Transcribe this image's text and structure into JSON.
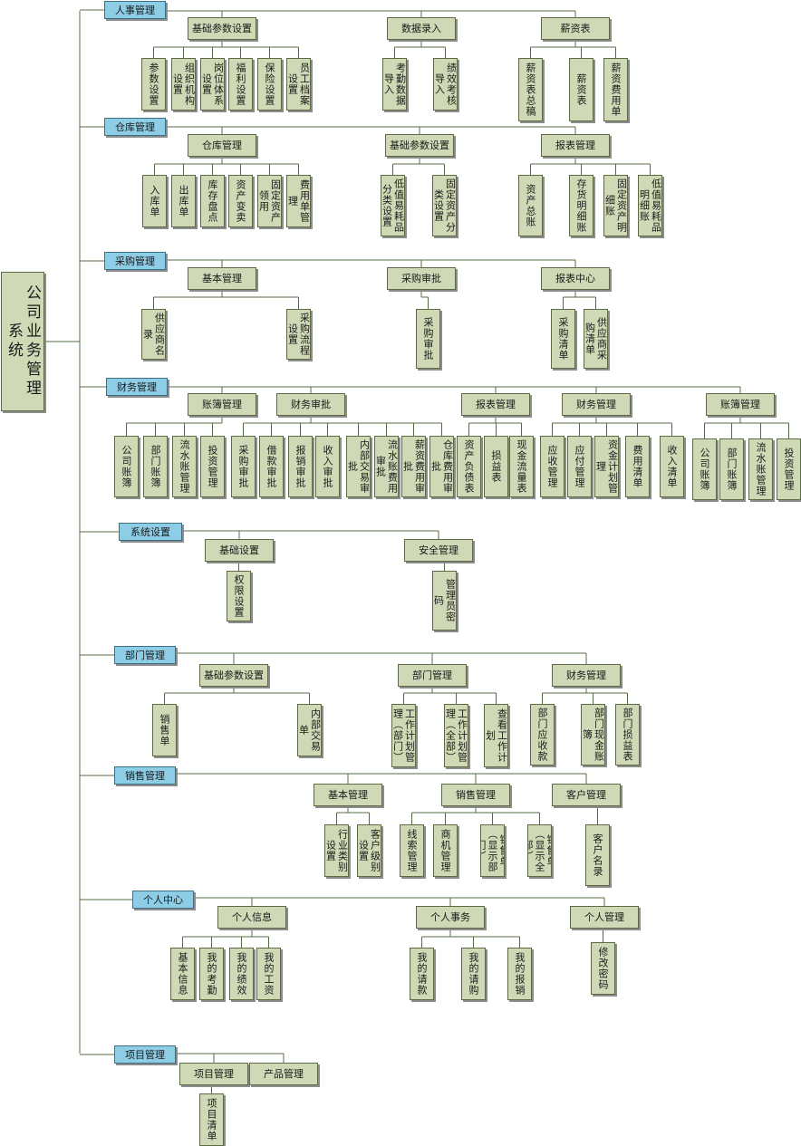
{
  "root": "公司业务管理系统",
  "modules": [
    {
      "label": "人事管理",
      "groups": [
        {
          "label": "基础参数设置",
          "items": [
            "参数设置",
            "组织机构设置",
            "岗位体系设置",
            "福利设置",
            "保险设置",
            "员工档案设置"
          ]
        },
        {
          "label": "数据录入",
          "items": [
            "考勤数据导入",
            "绩效考核导入"
          ]
        },
        {
          "label": "薪资表",
          "items": [
            "薪资表总稿",
            "薪资表",
            "薪资费用单"
          ]
        }
      ]
    },
    {
      "label": "仓库管理",
      "groups": [
        {
          "label": "仓库管理",
          "items": [
            "入库单",
            "出库单",
            "库存盘点",
            "资产变卖",
            "固定资产领用",
            "费用单管理"
          ]
        },
        {
          "label": "基础参数设置",
          "items": [
            "低值易耗品分类设置",
            "固定资产分类设置"
          ]
        },
        {
          "label": "报表管理",
          "items": [
            "资产总账",
            "存货明细账",
            "固定资产明细账",
            "低值易耗品明细账"
          ]
        }
      ]
    },
    {
      "label": "采购管理",
      "groups": [
        {
          "label": "基本管理",
          "items": [
            "供应商名录",
            "采购流程设置"
          ]
        },
        {
          "label": "采购审批",
          "items": [
            "采购审批"
          ]
        },
        {
          "label": "报表中心",
          "items": [
            "采购清单",
            "供应商采购清单"
          ]
        }
      ]
    },
    {
      "label": "财务管理",
      "groups": [
        {
          "label": "账簿管理",
          "items": [
            "公司账簿",
            "部门账簿",
            "流水账管理",
            "投资管理"
          ]
        },
        {
          "label": "财务审批",
          "items": [
            "采购审批",
            "借款审批",
            "报销审批",
            "收入审批",
            "内部交易审批",
            "流水账费用审批",
            "薪资费用审批",
            "仓库费用审批"
          ]
        },
        {
          "label": "报表管理",
          "items": [
            "资产负债表",
            "损益表",
            "现金流量表"
          ]
        },
        {
          "label": "财务管理",
          "items": [
            "应收管理",
            "应付管理",
            "资金计划管理",
            "费用清单",
            "收入清单"
          ]
        },
        {
          "label": "账簿管理",
          "items": [
            "公司账簿",
            "部门账簿",
            "流水账管理",
            "投资管理"
          ]
        }
      ]
    },
    {
      "label": "系统设置",
      "groups": [
        {
          "label": "基础设置",
          "items": [
            "权限设置"
          ]
        },
        {
          "label": "安全管理",
          "items": [
            "管理员密码"
          ]
        }
      ]
    },
    {
      "label": "部门管理",
      "groups": [
        {
          "label": "基础参数设置",
          "items": [
            "销售单",
            "内部交易单"
          ]
        },
        {
          "label": "部门管理",
          "items": [
            "工作计划管理（部门）",
            "工作计划管理（全部）",
            "查看工作计划"
          ]
        },
        {
          "label": "财务管理",
          "items": [
            "部门应收款",
            "部门现金账簿",
            "部门损益表"
          ]
        }
      ]
    },
    {
      "label": "销售管理",
      "groups": [
        {
          "label": "基本管理",
          "items": [
            "行业类别设置",
            "客户级别设置"
          ]
        },
        {
          "label": "销售管理",
          "items": [
            "线索管理",
            "商机管理",
            "销售单（显示部门）",
            "销售单（显示全部）"
          ]
        },
        {
          "label": "客户管理",
          "items": [
            "客户名录"
          ]
        }
      ]
    },
    {
      "label": "个人中心",
      "groups": [
        {
          "label": "个人信息",
          "items": [
            "基本信息",
            "我的考勤",
            "我的绩效",
            "我的工资"
          ]
        },
        {
          "label": "个人事务",
          "items": [
            "我的请款",
            "我的请购",
            "我的报销"
          ]
        },
        {
          "label": "个人管理",
          "items": [
            "修改密码"
          ]
        }
      ]
    },
    {
      "label": "项目管理",
      "groups": [
        {
          "label": "项目管理",
          "items": [
            "项目清单"
          ]
        },
        {
          "label": "产品管理",
          "items": []
        }
      ]
    }
  ]
}
